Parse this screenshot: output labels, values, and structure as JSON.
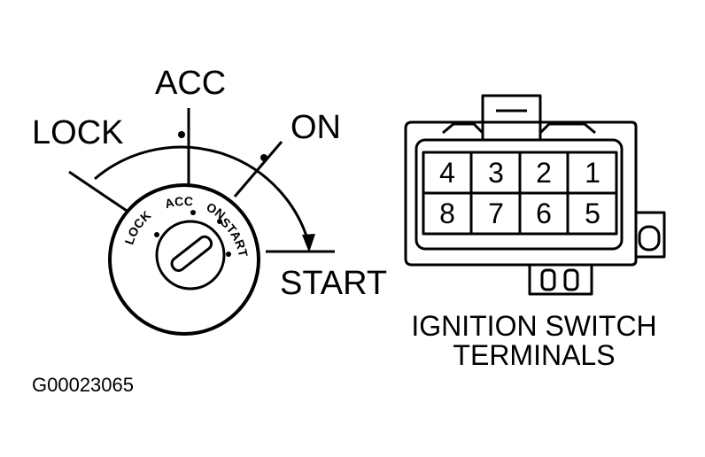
{
  "switch": {
    "positions": {
      "lock": "LOCK",
      "acc": "ACC",
      "on": "ON",
      "start": "START"
    },
    "face_labels": {
      "lock": "LOCK",
      "acc": "ACC",
      "on": "ON",
      "start": "START"
    }
  },
  "connector": {
    "terminals_top": [
      "4",
      "3",
      "2",
      "1"
    ],
    "terminals_bottom": [
      "8",
      "7",
      "6",
      "5"
    ],
    "caption_line1": "IGNITION SWITCH",
    "caption_line2": "TERMINALS"
  },
  "figure_code": "G00023065"
}
